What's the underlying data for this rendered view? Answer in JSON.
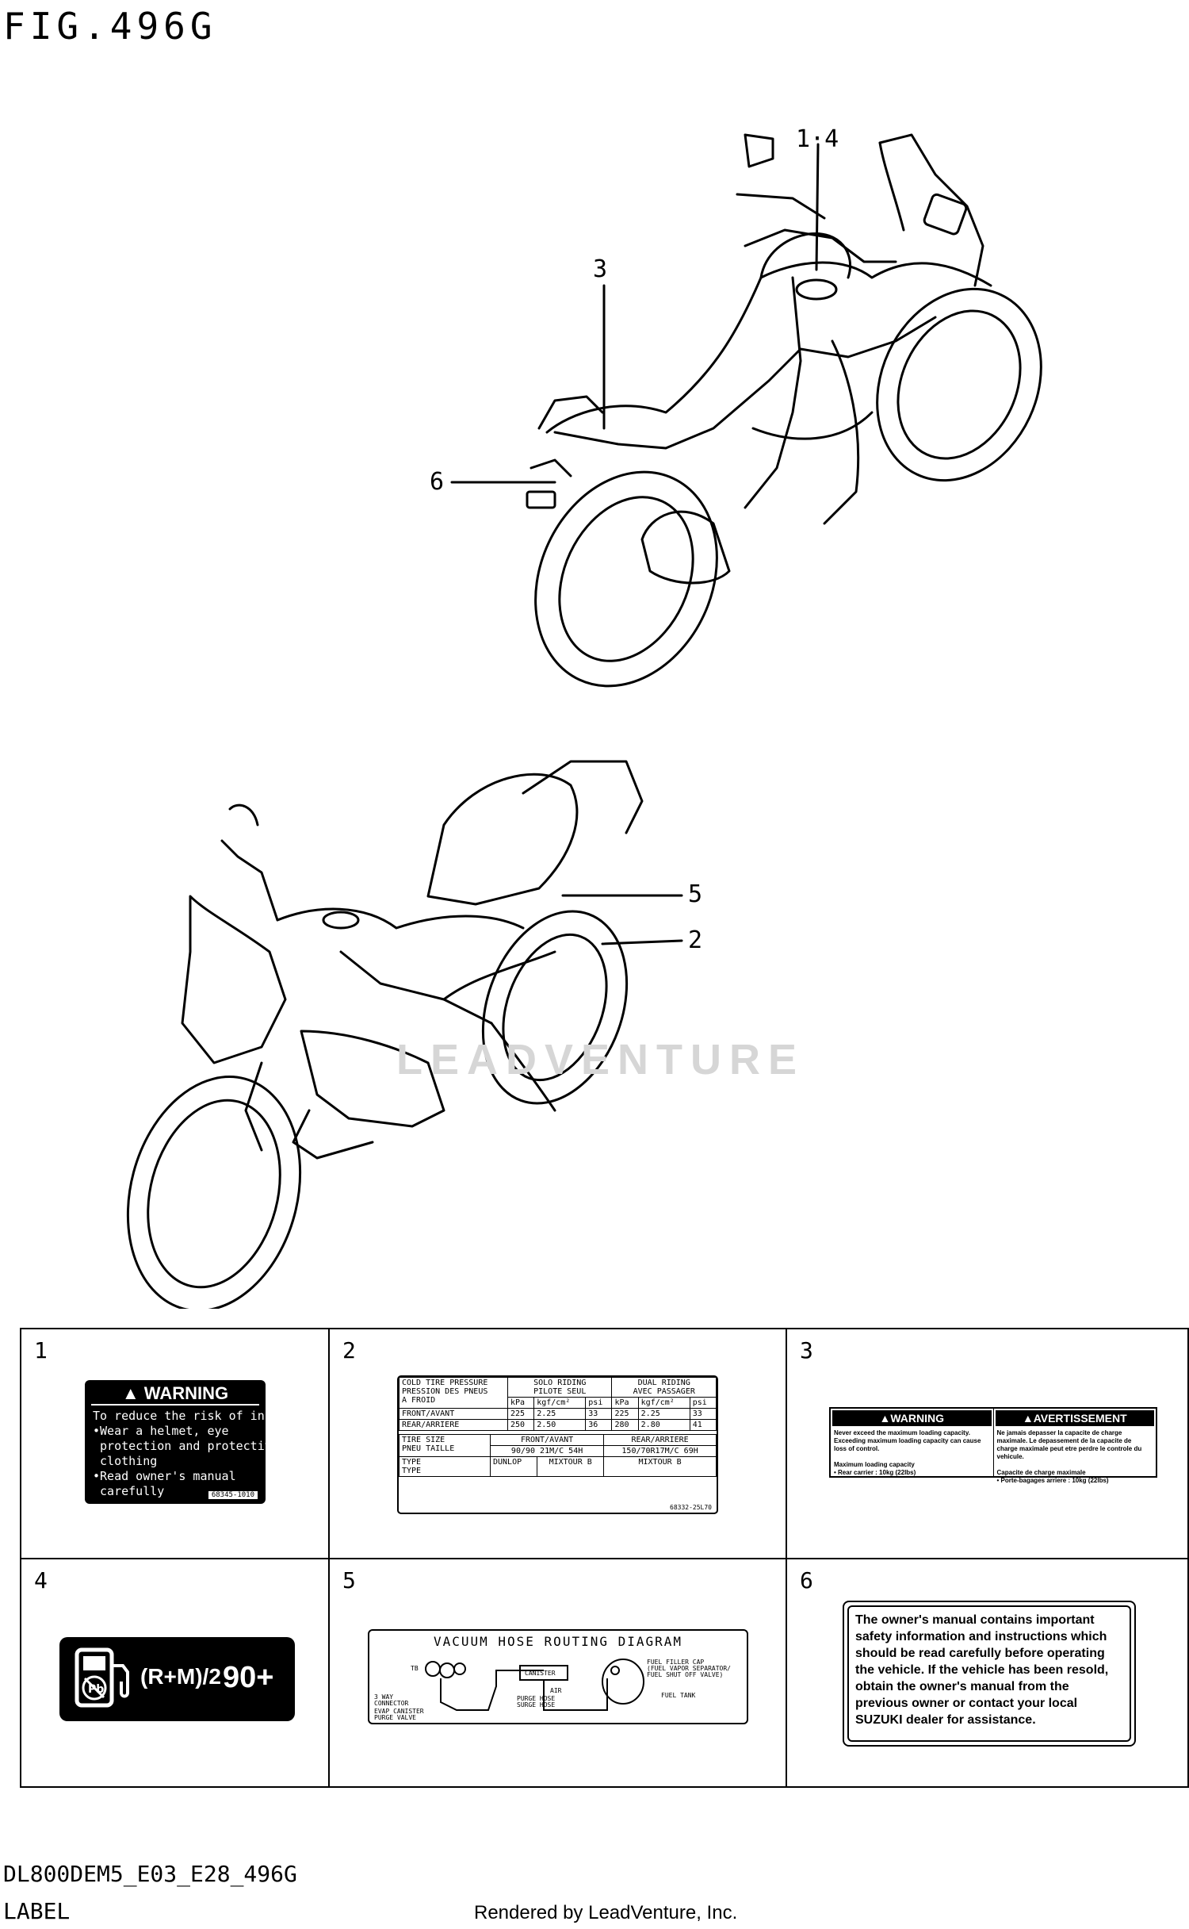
{
  "figure": {
    "title": "FIG.496G",
    "callouts": [
      "1·4",
      "3",
      "6",
      "5",
      "2"
    ],
    "watermark": "LEADVENTURE"
  },
  "parts": [
    {
      "number": "1"
    },
    {
      "number": "2"
    },
    {
      "number": "3"
    },
    {
      "number": "4"
    },
    {
      "number": "5"
    },
    {
      "number": "6"
    }
  ],
  "label1": {
    "heading": "WARNING",
    "body": "To reduce the risk of injury\n•Wear a helmet, eye\n protection and protective\n clothing\n•Read owner's manual\n carefully",
    "code": "68345-1010"
  },
  "label2": {
    "r1c1": "COLD TIRE PRESSURE\nPRESSION DES PNEUS\nA FROID",
    "r1c2": "SOLO RIDING\nPILOTE SEUL",
    "r1c3": "DUAL RIDING\nAVEC PASSAGER",
    "units": [
      "kPa",
      "kgf/cm²",
      "psi",
      "kPa",
      "kgf/cm²",
      "psi"
    ],
    "front_label": "FRONT/AVANT",
    "front_vals": [
      "225",
      "2.25",
      "33",
      "225",
      "2.25",
      "33"
    ],
    "rear_label": "REAR/ARRIERE",
    "rear_vals": [
      "250",
      "2.50",
      "36",
      "280",
      "2.80",
      "41"
    ],
    "size_label": "TIRE SIZE\nPNEU TAILLE",
    "size_front_head": "FRONT/AVANT",
    "size_rear_head": "REAR/ARRIERE",
    "size_front": "90/90 21M/C 54H",
    "size_rear": "150/70R17M/C 69H",
    "type_label": "TYPE\nTYPE",
    "brand": "DUNLOP",
    "type_front": "MIXTOUR B",
    "type_rear": "MIXTOUR B",
    "code": "68332-25L70"
  },
  "label3": {
    "warning": "WARNING",
    "warning_text": "Never exceed the maximum loading capacity. Exceeding maximum loading capacity can cause loss of control.\n\nMaximum loading capacity\n• Rear carrier : 10kg (22lbs)",
    "avert": "AVERTISSEMENT",
    "avert_text": "Ne jamais depasser la capacite de charge maximale. Le depassement de la capacite de charge maximale peut etre perdre le controle du vehicule.\n\nCapacite de charge maximale\n• Porte-bagages arriere : 10kg (22lbs)"
  },
  "label4": {
    "formula": "(R+M)/2",
    "octane": "90+"
  },
  "label5": {
    "title": "VACUUM HOSE ROUTING DIAGRAM",
    "parts": [
      "TB",
      "3 WAY\nCONNECTOR",
      "EVAP CANISTER\nPURGE VALVE",
      "CANISTER",
      "AIR",
      "PURGE HOSE\nSURGE HOSE",
      "FUEL FILLER CAP\n(FUEL VAPOR SEPARATOR/\nFUEL SHUT OFF VALVE)",
      "FUEL TANK"
    ]
  },
  "label6": {
    "text": "The owner's manual contains important safety information and instructions which should be read carefully before operating the vehicle. If the vehicle has been resold, obtain the owner's manual from the previous owner or contact your local SUZUKI dealer for assistance."
  },
  "footer": {
    "code": "DL800DEM5_E03_E28_496G",
    "name": "LABEL",
    "rendered": "Rendered by LeadVenture, Inc."
  }
}
